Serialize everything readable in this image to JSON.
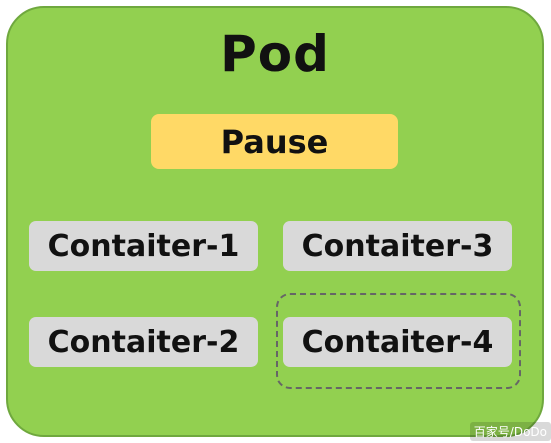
{
  "pod": {
    "title": "Pod",
    "fill_color": "#92d050"
  },
  "pause": {
    "label": "Pause",
    "fill_color": "#ffd966"
  },
  "containers": [
    {
      "label": "Contaiter-1"
    },
    {
      "label": "Contaiter-2"
    },
    {
      "label": "Contaiter-3"
    },
    {
      "label": "Contaiter-4"
    }
  ],
  "container_fill_color": "#d9d9d9",
  "watermark": "百家号/DoDo"
}
